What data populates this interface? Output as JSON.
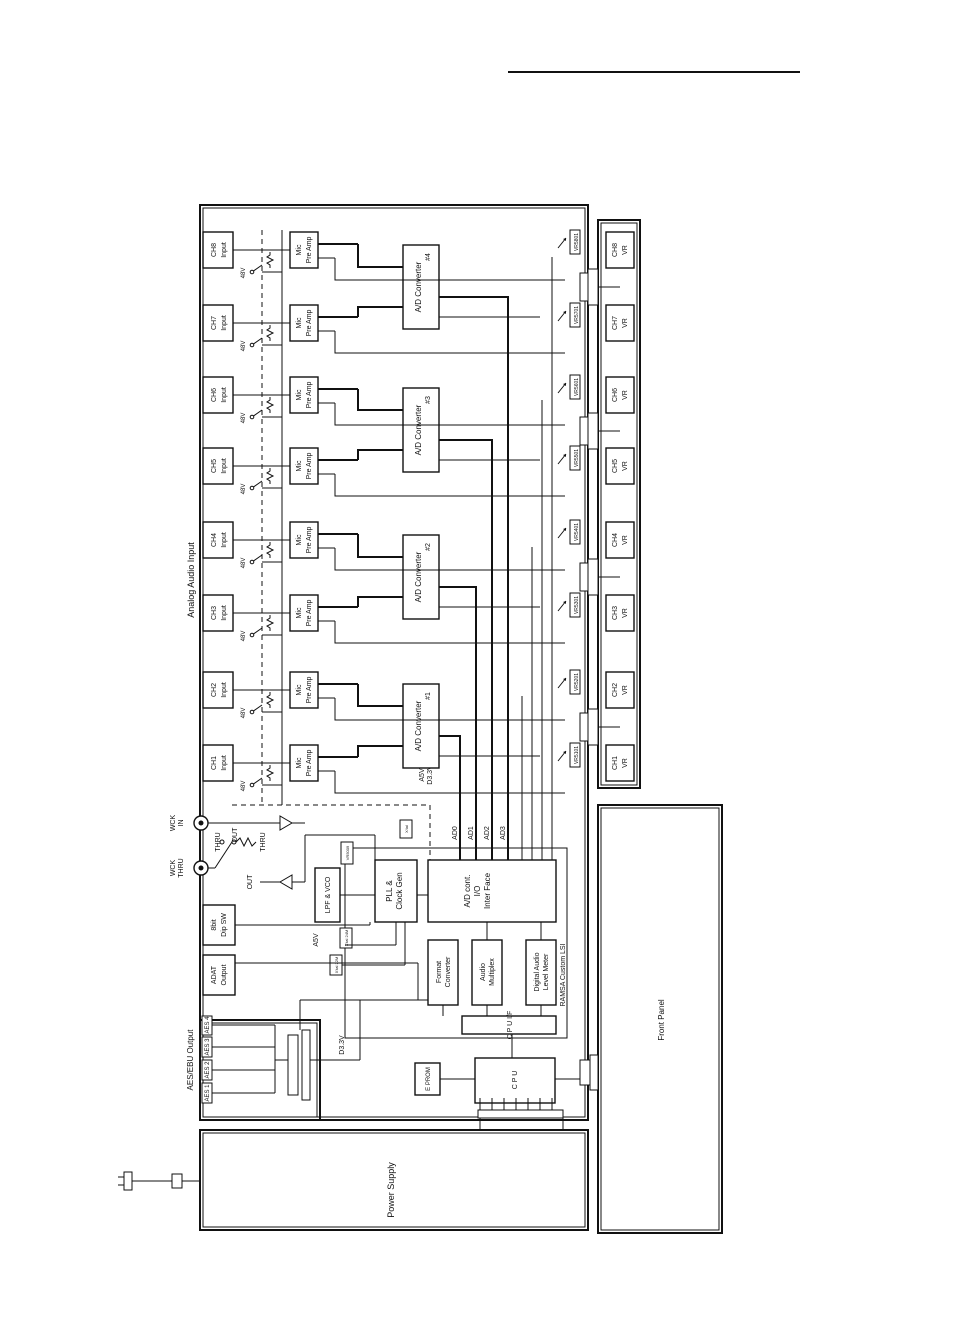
{
  "diagram": {
    "analog_label": "Analog Audio Input",
    "power_supply": "Power Supply",
    "front_panel": "Front Panel",
    "aes_output_label": "AES/EBU Output",
    "aes_ports": [
      "AES 1",
      "AES 2",
      "AES 3",
      "AES 4"
    ],
    "adat_output": [
      "ADAT",
      "Output"
    ],
    "dip_sw": [
      "8bit",
      "Dip SW"
    ],
    "lpf_vco": "LPF & VCO",
    "pll": [
      "PLL &",
      "Clock Gen"
    ],
    "ad_interface": [
      "A/D cont.",
      "I/O",
      "Inter Face"
    ],
    "format_converter": [
      "Format",
      "Converter"
    ],
    "audio_multiplex": [
      "Audio",
      "Multiplex"
    ],
    "level_meter": [
      "Digital Audio",
      "Level Meter"
    ],
    "cpu_if": "C  P  U  I/F",
    "cpu": "C  P  U",
    "eprom": "E PROM",
    "lsi_label": "RAMSA Custom LSI",
    "wck_in": [
      "WCK",
      "IN"
    ],
    "wck_thru": [
      "WCK",
      "THRU"
    ],
    "thru": "THRU",
    "out": "OUT",
    "ad_lines": [
      "AD0",
      "AD1",
      "AD2",
      "AD3"
    ],
    "supply_labels": [
      "A5V",
      "D3.3V"
    ],
    "a5v": "A5V",
    "d33v": "D3.3V",
    "crystals": [
      "X'tal 22M",
      "X'tal 24M"
    ],
    "vr_tag": "VR5009",
    "xtal_tag": "X'tal",
    "mic_preamp": [
      "Mic",
      "Pre Amp"
    ],
    "phantom": "48V",
    "converters": [
      {
        "label": "A/D Converter",
        "num": "#1"
      },
      {
        "label": "A/D Converter",
        "num": "#2"
      },
      {
        "label": "A/D Converter",
        "num": "#3"
      },
      {
        "label": "A/D Converter",
        "num": "#4"
      }
    ],
    "channels": [
      {
        "input": [
          "CH1",
          "Input"
        ],
        "vr": [
          "CH1",
          "VR"
        ],
        "trim": "VR5101"
      },
      {
        "input": [
          "CH2",
          "Input"
        ],
        "vr": [
          "CH2",
          "VR"
        ],
        "trim": "VR5201"
      },
      {
        "input": [
          "CH3",
          "Input"
        ],
        "vr": [
          "CH3",
          "VR"
        ],
        "trim": "VR5301"
      },
      {
        "input": [
          "CH4",
          "Input"
        ],
        "vr": [
          "CH4",
          "VR"
        ],
        "trim": "VR5401"
      },
      {
        "input": [
          "CH5",
          "Input"
        ],
        "vr": [
          "CH5",
          "VR"
        ],
        "trim": "VR5501"
      },
      {
        "input": [
          "CH6",
          "Input"
        ],
        "vr": [
          "CH6",
          "VR"
        ],
        "trim": "VR5601"
      },
      {
        "input": [
          "CH7",
          "Input"
        ],
        "vr": [
          "CH7",
          "VR"
        ],
        "trim": "VR5701"
      },
      {
        "input": [
          "CH8",
          "Input"
        ],
        "vr": [
          "CH8",
          "VR"
        ],
        "trim": "VR5801"
      }
    ]
  }
}
